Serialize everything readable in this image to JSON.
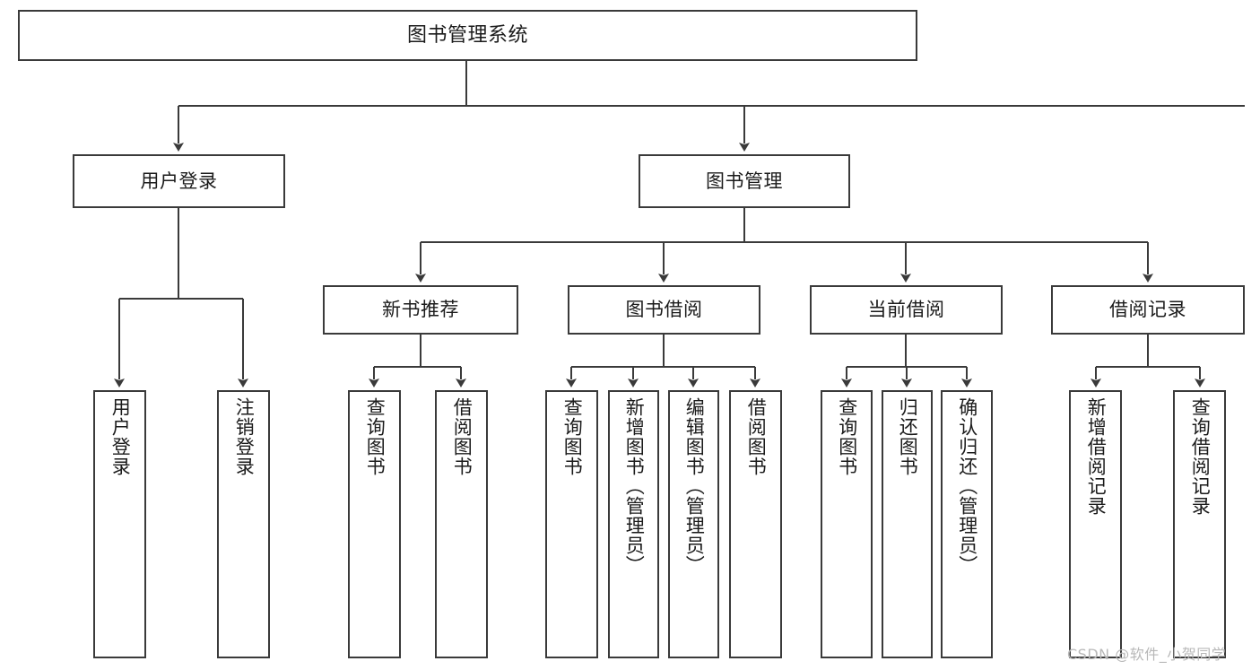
{
  "diagram": {
    "title": "图书管理系统",
    "type": "hierarchy-tree",
    "background_color": "#ffffff",
    "node_border_color": "#3a3a3a",
    "node_fill_color": "#ffffff",
    "edge_color": "#3a3a3a"
  },
  "nodes": {
    "root": {
      "label": "图书管理系统"
    },
    "level1": [
      {
        "label": "用户登录"
      },
      {
        "label": "图书管理"
      }
    ],
    "level2": [
      {
        "label": "新书推荐"
      },
      {
        "label": "图书借阅"
      },
      {
        "label": "当前借阅"
      },
      {
        "label": "借阅记录"
      }
    ],
    "leaves": {
      "user_login": [
        {
          "label": "用户登录"
        },
        {
          "label": "注销登录"
        }
      ],
      "new_book_recommend": [
        {
          "label": "查询图书"
        },
        {
          "label": "借阅图书"
        }
      ],
      "book_borrow": [
        {
          "label": "查询图书"
        },
        {
          "label": "新增图书（管理员）"
        },
        {
          "label": "编辑图书（管理员）"
        },
        {
          "label": "借阅图书"
        }
      ],
      "current_borrow": [
        {
          "label": "查询图书"
        },
        {
          "label": "归还图书"
        },
        {
          "label": "确认归还（管理员）"
        }
      ],
      "borrow_record": [
        {
          "label": "新增借阅记录"
        },
        {
          "label": "查询借阅记录"
        }
      ]
    }
  },
  "watermark": {
    "text": "CSDN @软件_小贺同学"
  }
}
